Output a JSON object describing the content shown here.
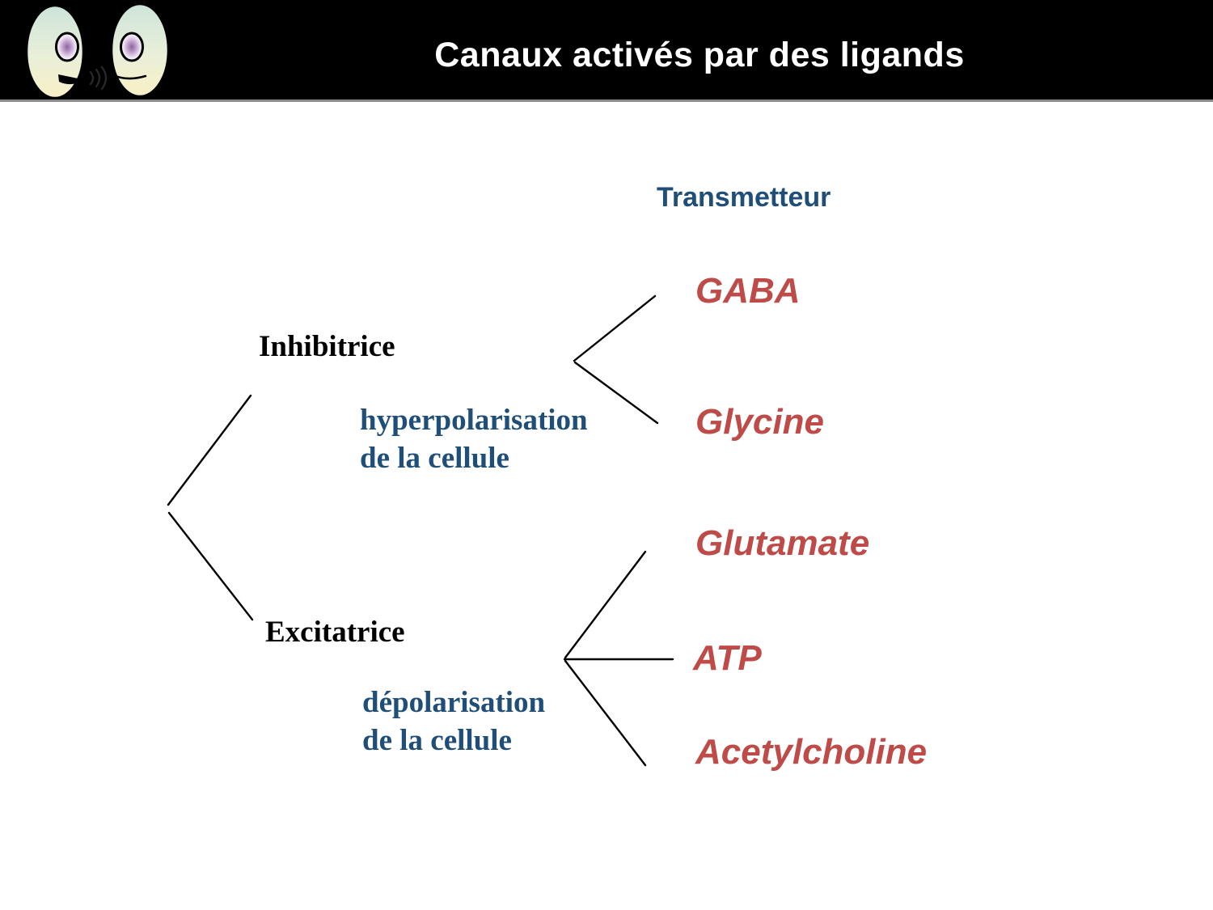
{
  "header": {
    "title": "Canaux activés par des ligands"
  },
  "logo": {
    "description": "two egg-shaped characters, left one talking with sound waves"
  },
  "diagram": {
    "column_header": "Transmetteur",
    "branches": [
      {
        "label": "Inhibitrice",
        "effect_lines": [
          "hyperpolarisation",
          "de la cellule"
        ],
        "transmitters": [
          "GABA",
          "Glycine"
        ]
      },
      {
        "label": "Excitatrice",
        "effect_lines": [
          "dépolarisation",
          "de la cellule"
        ],
        "transmitters": [
          "Glutamate",
          "ATP",
          "Acetylcholine"
        ]
      }
    ],
    "colors": {
      "transmitter_red": "#BE4B48",
      "label_blue": "#1F4E79",
      "line_black": "#000000",
      "title_bar_bg": "#000000",
      "title_text": "#ffffff"
    }
  }
}
